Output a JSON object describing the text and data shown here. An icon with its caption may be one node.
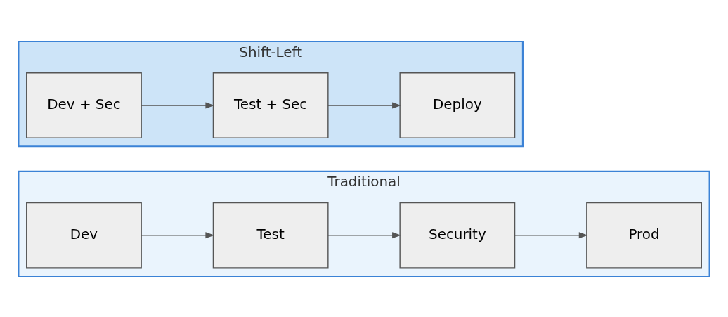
{
  "diagram": {
    "nodes": [
      {
        "text": [
          "Traditional"
        ]
      },
      {
        "text": [
          "Dev"
        ],
        "in": 0
      },
      {
        "text": [
          "Test"
        ],
        "in": 0
      },
      {
        "text": [
          "Security"
        ],
        "in": 0
      },
      {
        "text": [
          "Prod"
        ],
        "in": 0
      },
      {
        "text": [
          "Shift-Left"
        ]
      },
      {
        "text": [
          "Dev + Sec"
        ],
        "in": 5
      },
      {
        "text": [
          "Test + Sec"
        ],
        "in": 5
      },
      {
        "text": [
          "Deploy"
        ],
        "in": 5
      }
    ],
    "edges": [
      {
        "from": 1,
        "to": 2,
        "arrow": "to"
      },
      {
        "from": 2,
        "to": 3,
        "arrow": "to"
      },
      {
        "from": 3,
        "to": 4,
        "arrow": "to"
      },
      {
        "from": 6,
        "to": 7,
        "arrow": "to"
      },
      {
        "from": 7,
        "to": 8,
        "arrow": "to"
      }
    ]
  }
}
